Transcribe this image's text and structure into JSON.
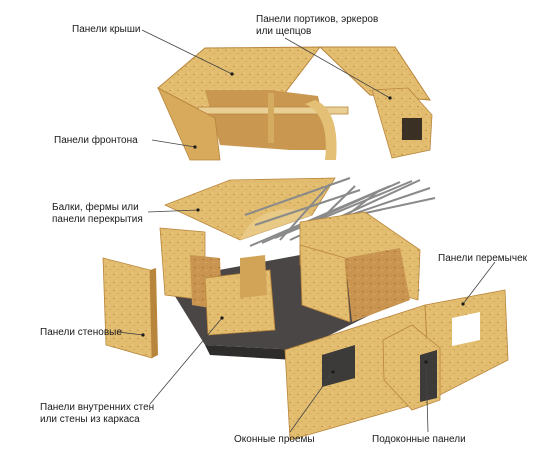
{
  "labels": {
    "roof_panels": "Панели крыши",
    "portico_panels": "Панели портиков, эркеров\nили щепцов",
    "gable_panels": "Панели фронтона",
    "beams_trusses": "Балки, фермы или\nпанели перекрытия",
    "lintel_panels": "Панели перемычек",
    "wall_panels": "Панели стеновые",
    "inner_wall_panels": "Панели внутренних стен\nили стены из каркаса",
    "window_openings": "Оконные проемы",
    "sill_panels": "Подоконные панели"
  },
  "colors": {
    "osb_light": "#e6c47a",
    "osb_mid": "#d4a85a",
    "osb_dark": "#b8853c",
    "floor_dark": "#3d3a3a",
    "joist": "#8a8a8a",
    "leader_line": "#444444"
  }
}
